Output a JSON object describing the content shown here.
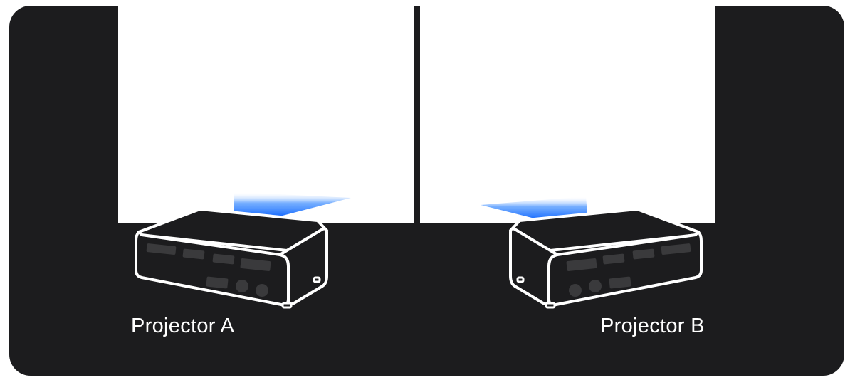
{
  "projectors": [
    {
      "id": "a",
      "label": "Projector A"
    },
    {
      "id": "b",
      "label": "Projector B"
    }
  ],
  "colors": {
    "background": "#1c1c1e",
    "screen": "#ffffff",
    "beam": "#1a7bff",
    "outline": "#ffffff",
    "panel_detail": "#3a3a3c"
  },
  "icons": [
    "projector-icon",
    "projector-icon"
  ]
}
